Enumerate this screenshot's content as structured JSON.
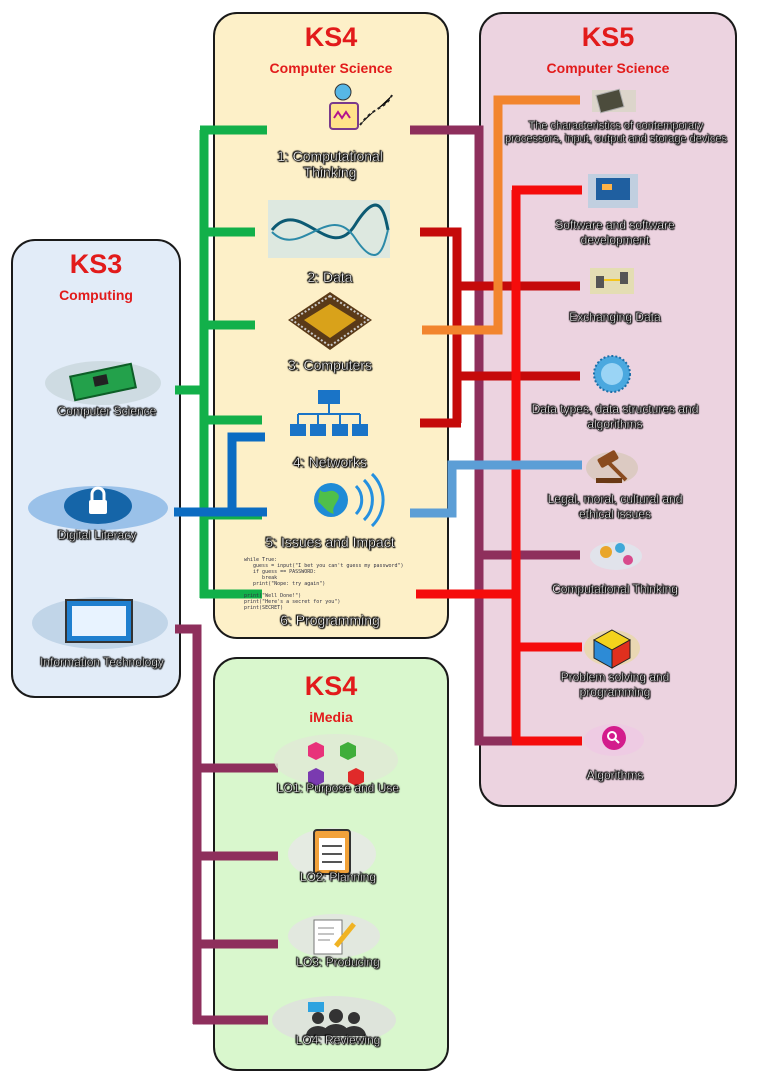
{
  "panels": {
    "ks3": {
      "title": "KS3",
      "subtitle": "Computing"
    },
    "ks4cs": {
      "title": "KS4",
      "subtitle": "Computer Science"
    },
    "ks5": {
      "title": "KS5",
      "subtitle": "Computer Science"
    },
    "ks4im": {
      "title": "KS4",
      "subtitle": "iMedia"
    }
  },
  "ks3_items": [
    "Computer Science",
    "Digital Literacy",
    "Information Technology"
  ],
  "ks4cs_items": [
    "1: Computational Thinking",
    "2: Data",
    "3: Computers",
    "4: Networks",
    "5: Issues and Impact",
    "6: Programming"
  ],
  "ks5_items": [
    "The characteristics of contemporary processors, input, output and storage devices",
    "Software and software development",
    "Exchanging Data",
    "Data types, data structures and algorithms",
    "Legal, moral, cultural and ethical issues",
    "Computational Thinking",
    "Problem solving and programming",
    "Algorithms"
  ],
  "ks4im_items": [
    "LO1: Purpose and Use",
    "LO2: Planning",
    "LO3: Producing",
    "LO4: Reviewing"
  ],
  "code_snippet": "while True:\n   guess = input(\"I bet you can't guess my password\")\n   if guess == PASSWORD:\n      break\n   print(\"Nope: try again\")\n\nprint(\"Well Done!\")\nprint(\"Here's a secret for you\")\nprint(SECRET)",
  "colors": {
    "green": "#12b04a",
    "blue": "#0b6cc2",
    "purple": "#8e2f5c",
    "red": "#f50c0c",
    "dark_red": "#c50a0a",
    "orange": "#f2852e",
    "light_blue": "#5c9ed6",
    "title_red": "#e21b1b"
  },
  "icons": [
    "circuit-board-icon",
    "cloud-lock-icon",
    "computer-screen-icon",
    "robot-icon",
    "binary-wave-icon",
    "cpu-chip-icon",
    "network-tree-icon",
    "earth-wifi-icon",
    "code-icon",
    "processor-icon",
    "software-window-icon",
    "data-exchange-icon",
    "data-sphere-icon",
    "gavel-icon",
    "thinking-bubbles-icon",
    "rubiks-cube-icon",
    "magnifier-icon",
    "hexagon-media-icon",
    "clipboard-icon",
    "document-pencil-icon",
    "people-review-icon"
  ]
}
